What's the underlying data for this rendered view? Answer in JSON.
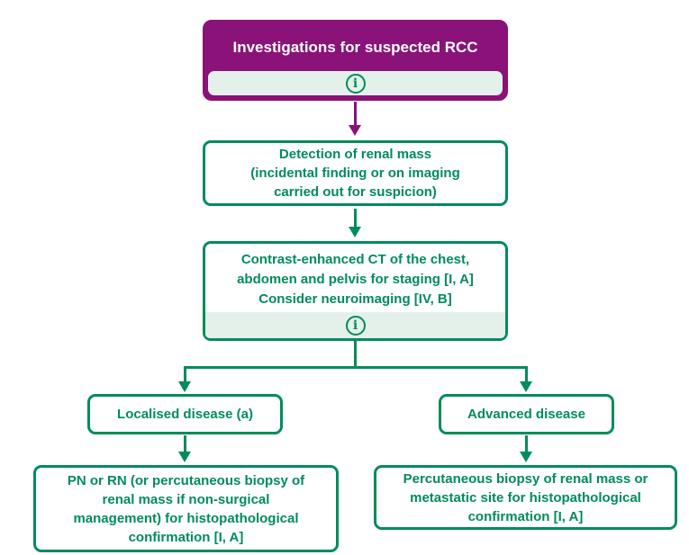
{
  "colors": {
    "purple": "#8A1278",
    "green": "#008C5A",
    "mint": "#E4F1EA",
    "text-on-purple": "#FFFFFF"
  },
  "flowchart": {
    "title": "Investigations for suspected RCC",
    "info_glyph": "i",
    "nodes": {
      "detection": "Detection of renal mass\n(incidental finding or on imaging\ncarried out for suspicion)",
      "ct_staging": "Contrast-enhanced CT of the chest,\nabdomen and pelvis for staging [I, A]\nConsider neuroimaging [IV, B]",
      "localised": "Localised disease (a)",
      "advanced": "Advanced disease",
      "pn_rn": "PN or RN (or percutaneous biopsy of\nrenal mass if non-surgical\nmanagement) for histopathological\nconfirmation [I, A]",
      "percutaneous": "Percutaneous biopsy of renal mass or\nmetastatic site for histopathological\nconfirmation [I, A]"
    }
  }
}
